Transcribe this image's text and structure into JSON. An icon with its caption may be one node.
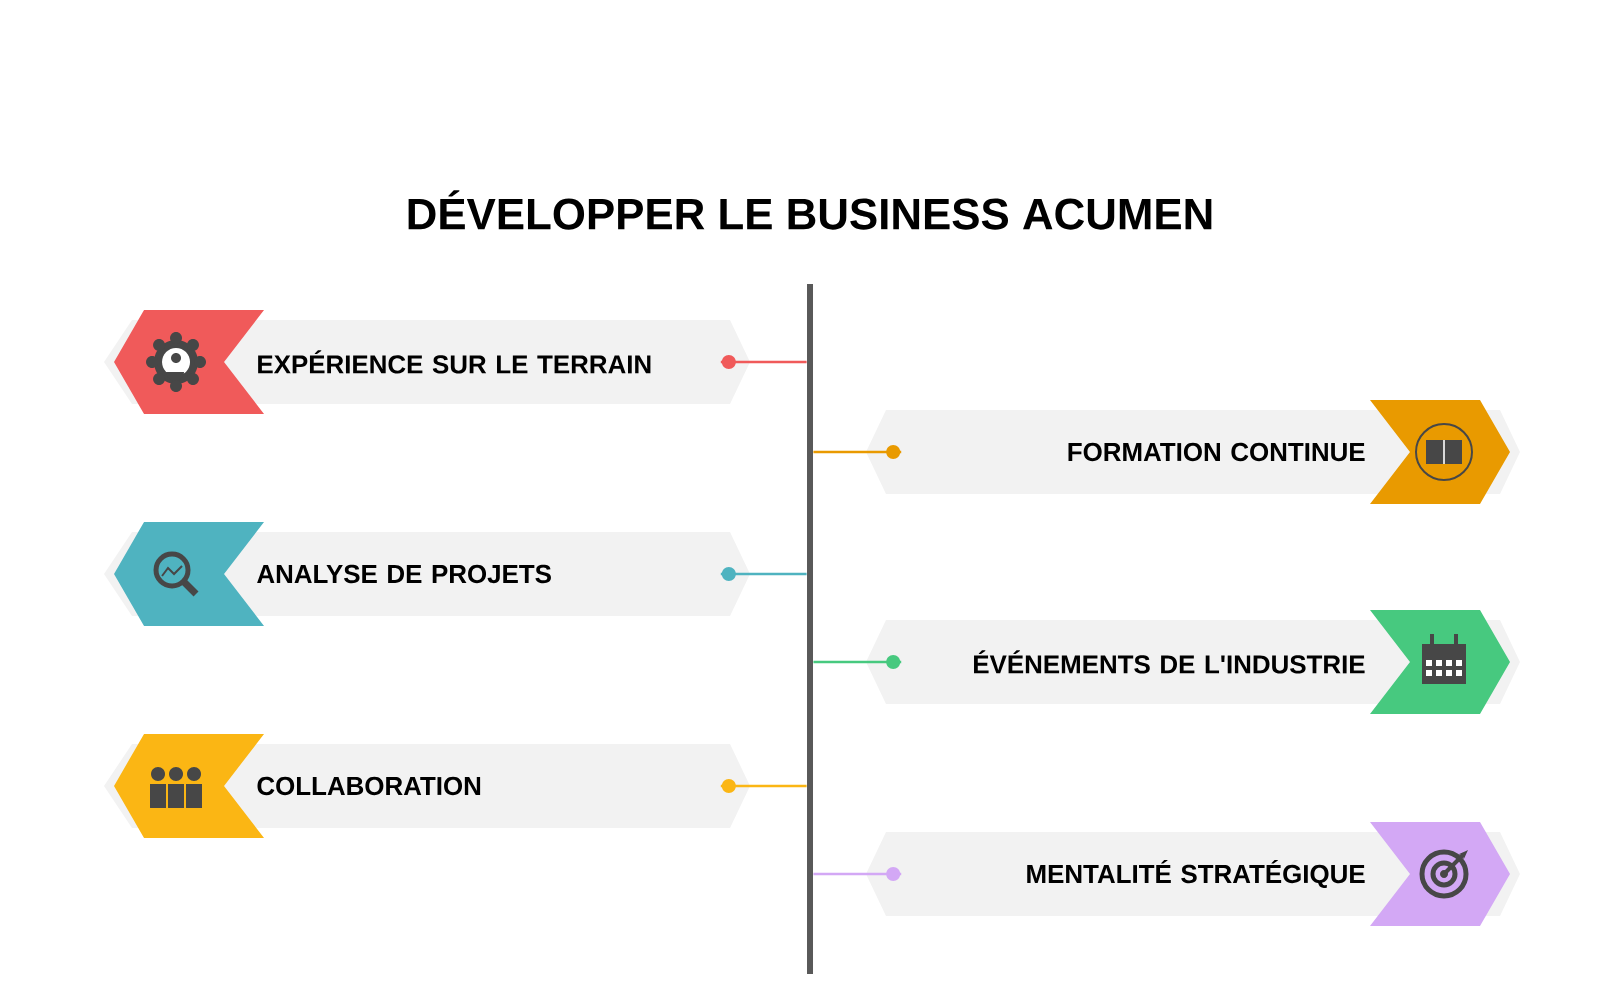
{
  "diagram": {
    "title": "DÉVELOPPER LE BUSINESS ACUMEN",
    "nodes": [
      {
        "text": [],
        "shape": "bar"
      },
      {
        "text": [
          "EXPÉRIENCE SUR LE TERRAIN"
        ]
      },
      {
        "text": [
          "FORMATION CONTINUE"
        ]
      },
      {
        "text": [
          "ANALYSE DE PROJETS"
        ]
      },
      {
        "text": [
          "ÉVÉNEMENTS DE L'INDUSTRIE"
        ]
      },
      {
        "text": [
          "COLLABORATION"
        ]
      },
      {
        "text": [
          "MENTALITÉ STRATÉGIQUE"
        ]
      }
    ],
    "edges": [
      {
        "from": 1,
        "to": 0,
        "arrow": "other",
        "color": "#f05a5a"
      },
      {
        "from": 2,
        "to": 0,
        "arrow": "other",
        "color": "#e99a00"
      },
      {
        "from": 3,
        "to": 0,
        "arrow": "other",
        "color": "#4fb3c0"
      },
      {
        "from": 4,
        "to": 0,
        "arrow": "other",
        "color": "#47c97f"
      },
      {
        "from": 5,
        "to": 0,
        "arrow": "other",
        "color": "#fbb614"
      },
      {
        "from": 6,
        "to": 0,
        "arrow": "other",
        "color": "#d3a8f5"
      }
    ]
  }
}
